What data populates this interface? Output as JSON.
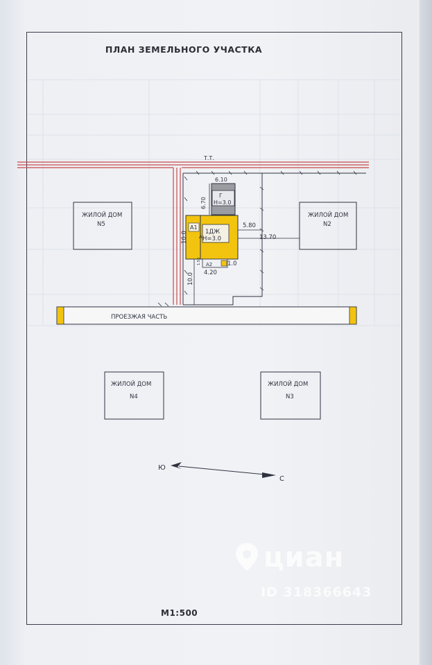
{
  "title": "ПЛАН ЗЕМЕЛЬНОГО УЧАСТКА",
  "scale": "М1:500",
  "road_label_top": "Т.Т.",
  "roadway_label": "ПРОЕЗЖАЯ ЧАСТЬ",
  "houses": [
    {
      "label": "ЖИЛОЙ ДОМ",
      "number": "N5"
    },
    {
      "label": "ЖИЛОЙ ДОМ",
      "number": "N2"
    },
    {
      "label": "ЖИЛОЙ ДОМ",
      "number": "N4"
    },
    {
      "label": "ЖИЛОЙ ДОМ",
      "number": "N3"
    }
  ],
  "garage": {
    "letter": "Г",
    "height": "H=3.0"
  },
  "main_house": {
    "code": "1ДЖ",
    "height": "H=3.0"
  },
  "annex_a1": "А1",
  "annex_a": "А",
  "annex_a2": "А2",
  "dimensions": {
    "d_6_10": "6.10",
    "d_6_70": "6.70",
    "d_5_80": "5.80",
    "d_13_70": "13.70",
    "d_10_0_left": "10.0",
    "d_10_0_bottom": "10.0",
    "d_4_20": "4.20",
    "d_1_0": "1.0",
    "d_1_50": "1.50"
  },
  "compass": {
    "south": "Ю",
    "north": "С"
  },
  "watermark": {
    "brand": "циан",
    "id": "ID 318366643"
  },
  "colors": {
    "main_house": "#f2c40f",
    "garage": "#9a9ca2",
    "road": "#c74a4a",
    "ink": "#2f3240"
  }
}
